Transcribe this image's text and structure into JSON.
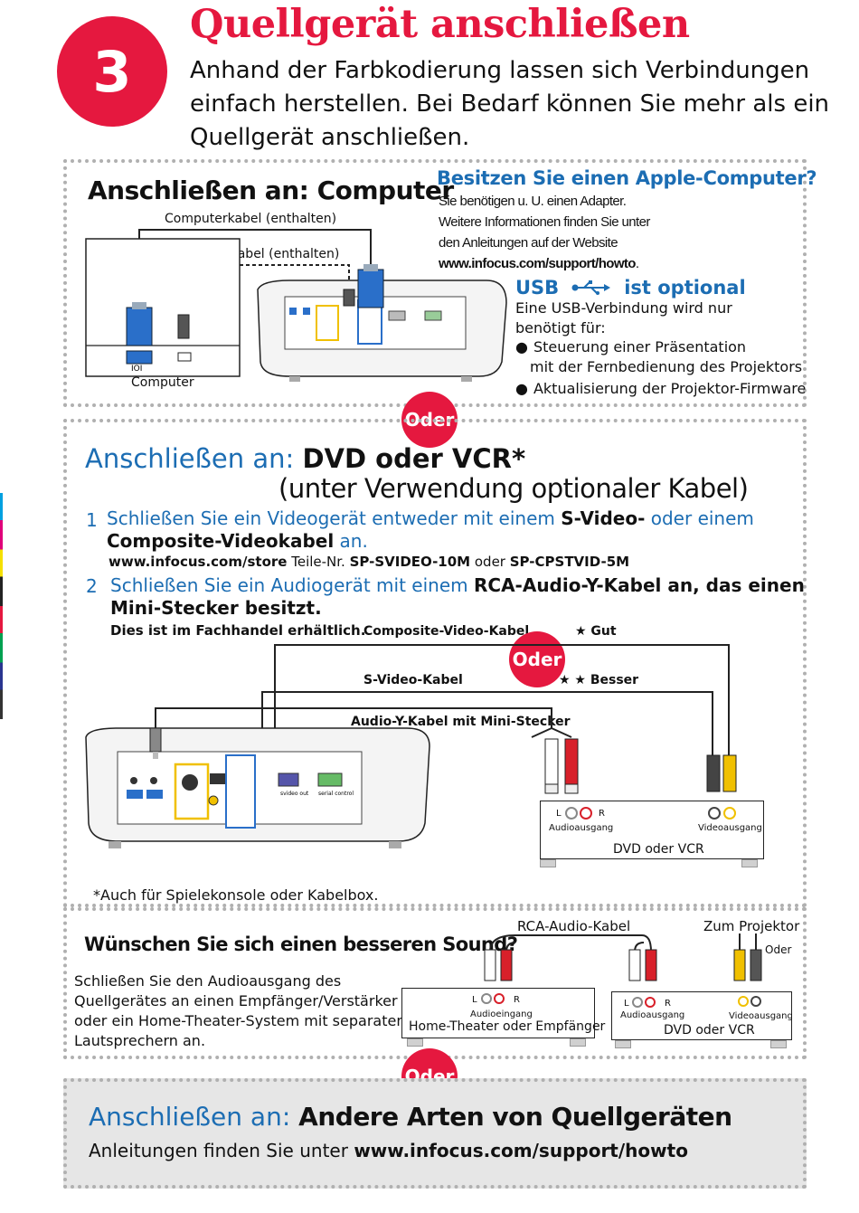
{
  "step": {
    "number": "3",
    "title": "Quellgerät anschließen",
    "intro_line1": "Anhand der Farbkodierung lassen sich Verbindungen",
    "intro_line2": "einfach herstellen. Bei Bedarf können Sie mehr als ein",
    "intro_line3": "Quellgerät anschließen."
  },
  "computer_section": {
    "heading": "Anschließen an: Computer",
    "computer_cable": "Computerkabel (enthalten)",
    "usb_cable": "USB-Kabel (enthalten)",
    "computer_label": "Computer",
    "apple_heading": "Besitzen Sie einen Apple-Computer?",
    "apple_line1": "Sie benötigen u. U. einen Adapter.",
    "apple_line2": "Weitere Informationen finden Sie unter",
    "apple_line3": "den Anleitungen auf der Website",
    "apple_url": "www.infocus.com/support/howto",
    "apple_period": ".",
    "usb_word": "USB",
    "usb_optional": "ist optional",
    "usb_line1": "Eine USB-Verbindung wird nur",
    "usb_line2": "benötigt für:",
    "usb_bullet1a": "Steuerung einer Präsentation",
    "usb_bullet1b": "mit der Fernbedienung des Projektors",
    "usb_bullet2": "Aktualisierung der Projektor-Firmware"
  },
  "oder": "Oder",
  "dvd_section": {
    "heading_prefix": "Anschließen an: ",
    "heading_bold": "DVD oder VCR*",
    "subheading": "(unter Verwendung optionaler Kabel)",
    "step1_num": "1",
    "step1_a": "Schließen Sie ein Videogerät entweder mit einem ",
    "step1_b": "S-Video-",
    "step1_c": " oder einem",
    "step1_d": "Composite-Videokabel",
    "step1_e": " an.",
    "store_url": "www.infocus.com/store",
    "store_text": " Teile-Nr. ",
    "part1": "SP-SVIDEO-10M",
    "or_word": " oder ",
    "part2": "SP-CPSTVID-5M",
    "step2_num": "2",
    "step2_a": "Schließen Sie ein Audiogerät mit einem ",
    "step2_b": "RCA-Audio-Y-Kabel an, das einen",
    "step2_c": "Mini-Stecker besitzt.",
    "step2_note": "Dies ist im Fachhandel erhältlich.",
    "composite_label": "Composite-Video-Kabel",
    "good_label": "★  Gut",
    "svideo_label": "S-Video-Kabel",
    "better_label": "★ ★  Besser",
    "audio_y_label": "Audio-Y-Kabel mit Mini-Stecker",
    "audio_out": "Audioausgang",
    "video_out": "Videoausgang",
    "device_label": "DVD oder VCR",
    "footnote": "*Auch für Spielekonsole oder Kabelbox."
  },
  "sound_section": {
    "heading": "Wünschen Sie sich einen besseren Sound?",
    "rca_cable": "RCA-Audio-Kabel",
    "to_projector": "Zum Projektor",
    "oder_small": "Oder",
    "desc1": "Schließen Sie den Audioausgang des",
    "desc2": "Quellgerätes an einen Empfänger/Verstärker",
    "desc3": "oder ein Home-Theater-System mit separaten",
    "desc4": "Lautsprechern an.",
    "audio_in": "Audioeingang",
    "home_theater": "Home-Theater oder Empfänger",
    "audio_out": "Audioausgang",
    "video_out": "Videoausgang",
    "dvd_label": "DVD oder VCR",
    "lr_l": "L",
    "lr_r": "R"
  },
  "other_section": {
    "heading_prefix": "Anschließen an: ",
    "heading_bold": "Andere Arten von Quellgeräten",
    "line_prefix": "Anleitungen finden Sie unter ",
    "line_url": "www.infocus.com/support/howto"
  },
  "colors": {
    "accent_red": "#e5183f",
    "accent_blue": "#1c6db3",
    "vga_blue": "#2a6fc9",
    "composite_yellow": "#f0c000",
    "rca_red": "#d8202a"
  }
}
